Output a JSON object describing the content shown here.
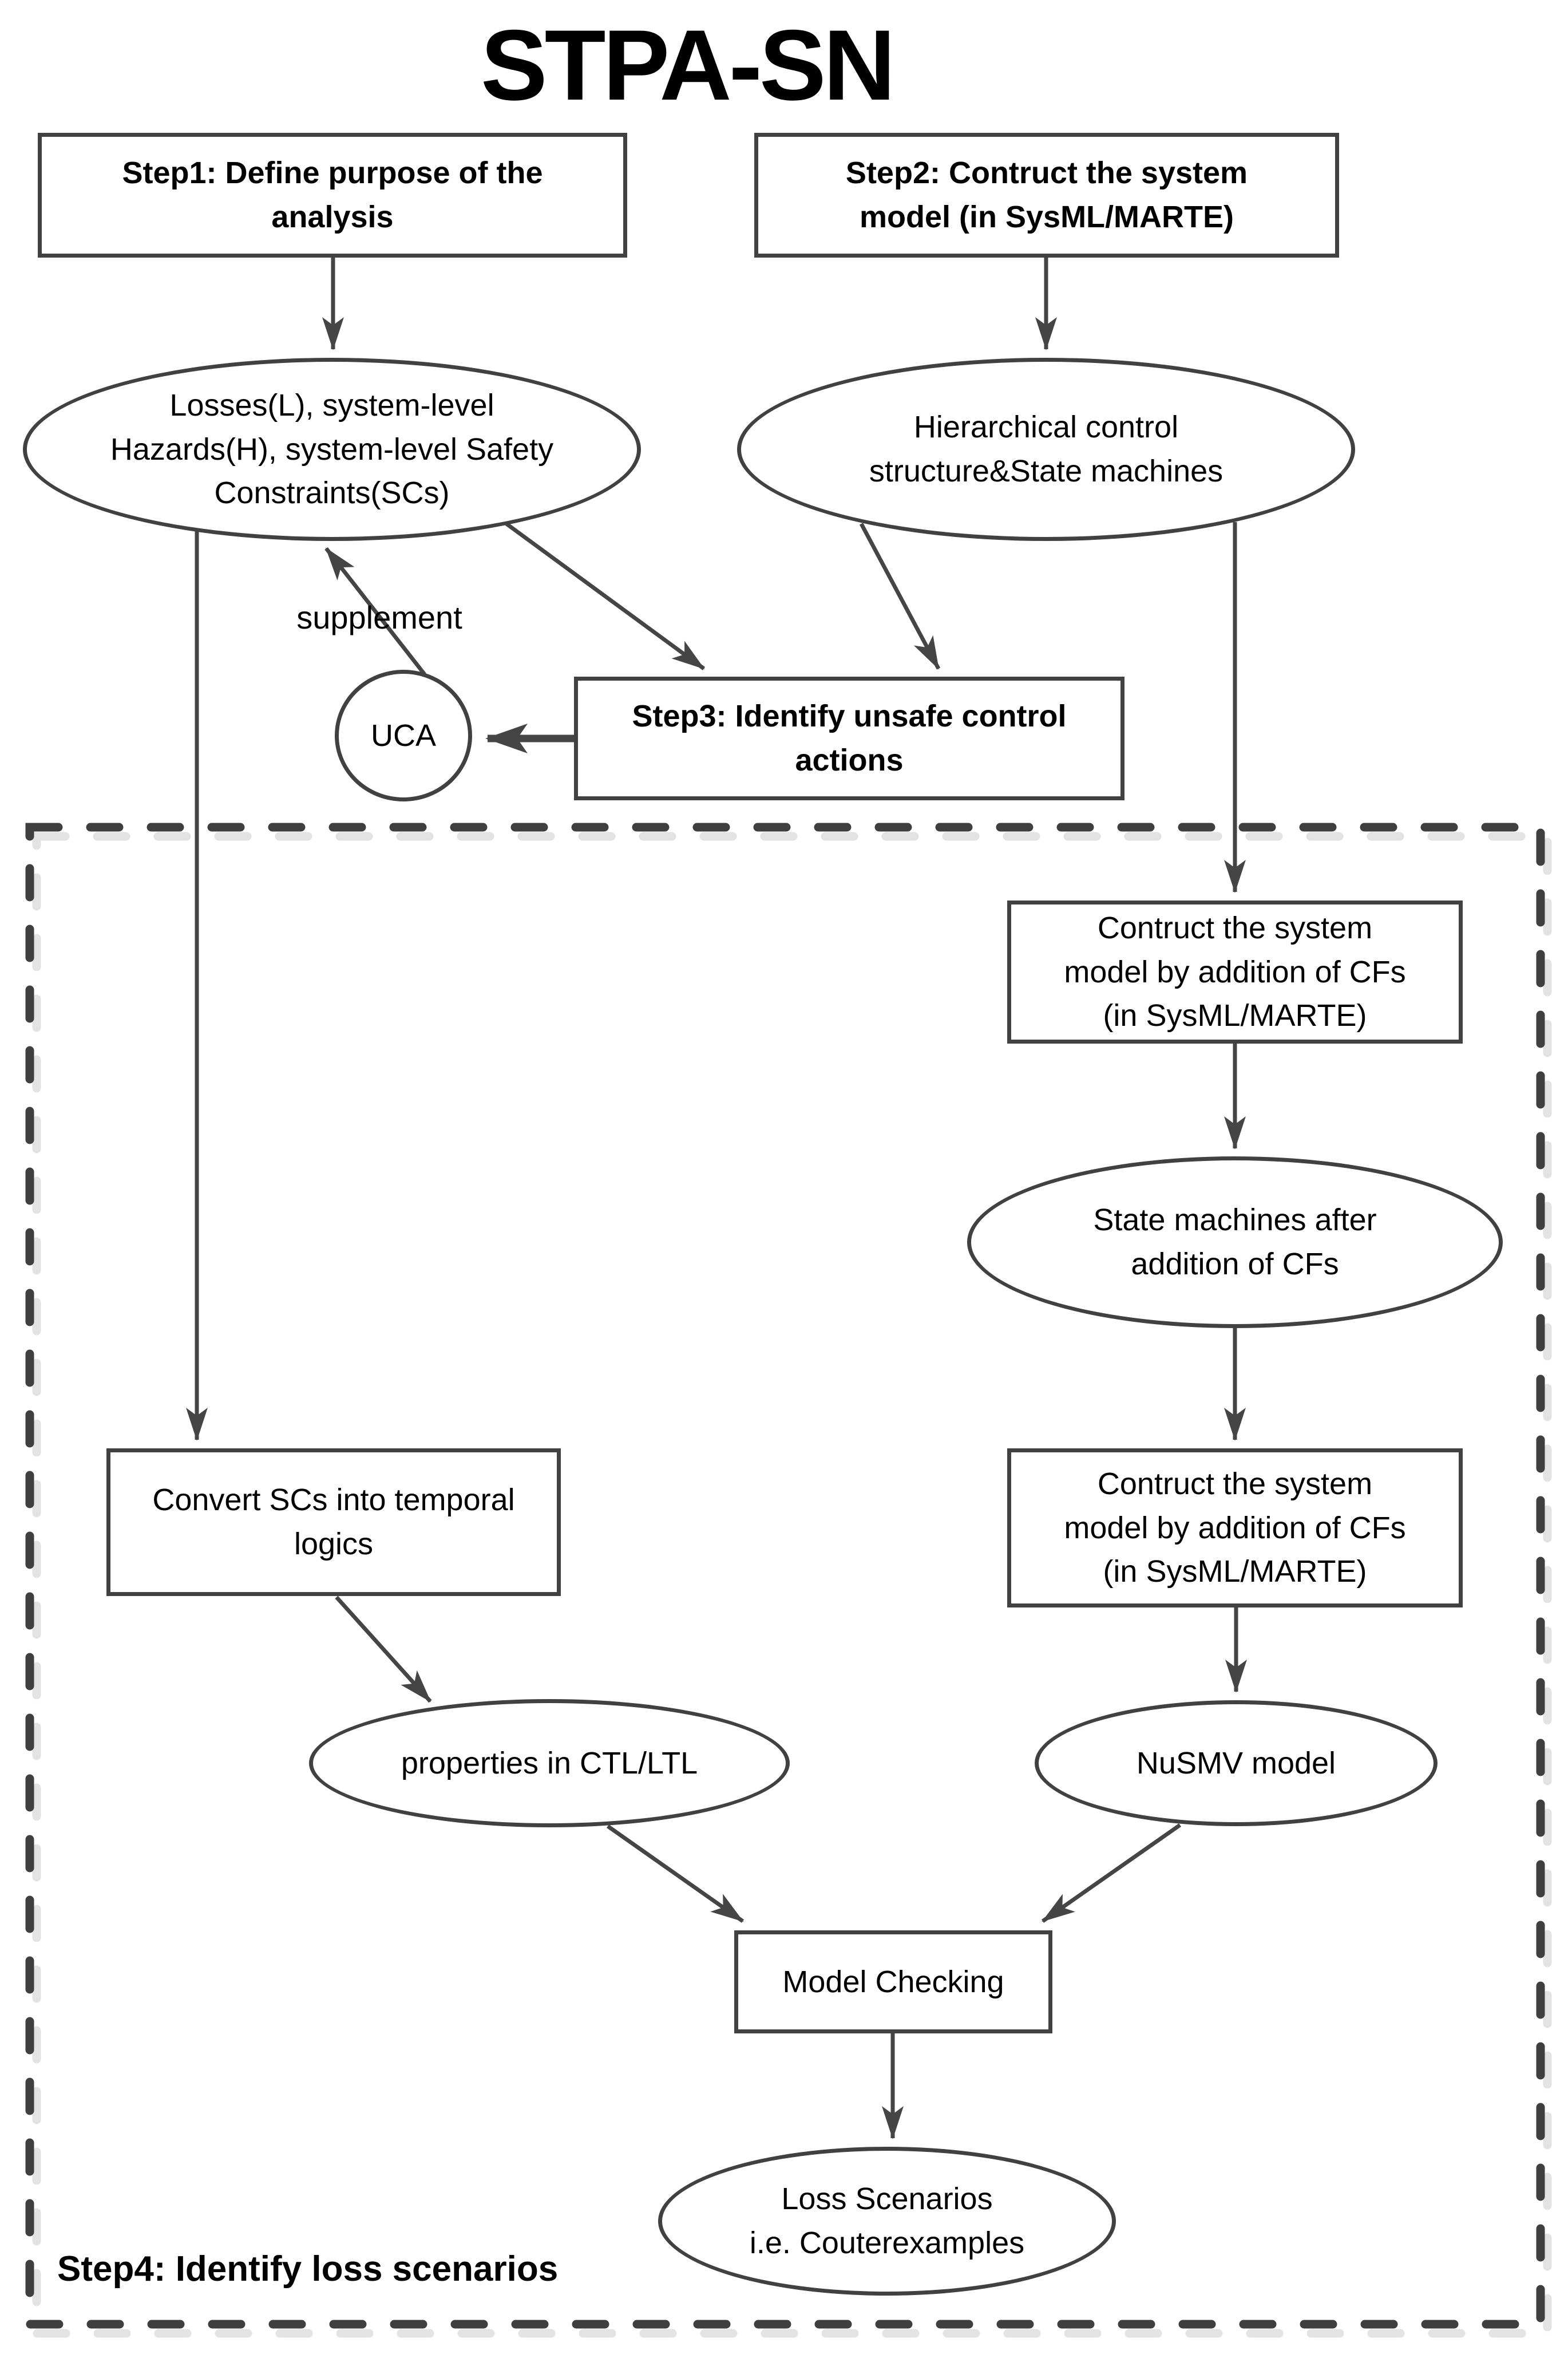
{
  "diagram": {
    "title": "STPA-SN",
    "type": "flowchart",
    "colors": {
      "shape_stroke": "#414141",
      "arrow": "#454545",
      "dashed_border": "#3f3f3f",
      "dashed_border_shadow": "#e3e3e3",
      "text": "#000000",
      "background": "#ffffff"
    },
    "nodes": {
      "step1": {
        "shape": "rect",
        "label": "Step1: Define purpose of the\nanalysis"
      },
      "step2": {
        "shape": "rect",
        "label": "Step2: Contruct the system\nmodel (in SysML/MARTE)"
      },
      "losses": {
        "shape": "ellipse",
        "label": "Losses(L), system-level\nHazards(H), system-level Safety\nConstraints(SCs)"
      },
      "hierarchical": {
        "shape": "ellipse",
        "label": "Hierarchical control\nstructure&State machines"
      },
      "uca": {
        "shape": "circle",
        "label": "UCA"
      },
      "step3": {
        "shape": "rect",
        "label": "Step3: Identify unsafe control\nactions"
      },
      "cfs1": {
        "shape": "rect",
        "label": "Contruct the system\nmodel by addition of CFs\n(in SysML/MARTE)"
      },
      "statemachines": {
        "shape": "ellipse",
        "label": "State machines after\naddition of CFs"
      },
      "convert": {
        "shape": "rect",
        "label": "Convert SCs into temporal\nlogics"
      },
      "cfs2": {
        "shape": "rect",
        "label": "Contruct the system\nmodel by addition of CFs\n(in SysML/MARTE)"
      },
      "properties": {
        "shape": "ellipse",
        "label": "properties in CTL/LTL"
      },
      "nusmv": {
        "shape": "ellipse",
        "label": "NuSMV model"
      },
      "model_checking": {
        "shape": "rect",
        "label": "Model Checking"
      },
      "loss_scenarios": {
        "shape": "ellipse",
        "label": "Loss Scenarios\ni.e. Couterexamples"
      }
    },
    "region": {
      "label": "Step4: Identify loss scenarios",
      "style": "dashed-border"
    },
    "edges": [
      {
        "from": "step1",
        "to": "losses",
        "label": ""
      },
      {
        "from": "step2",
        "to": "hierarchical",
        "label": ""
      },
      {
        "from": "losses",
        "to": "step3",
        "label": ""
      },
      {
        "from": "hierarchical",
        "to": "step3",
        "label": ""
      },
      {
        "from": "step3",
        "to": "uca",
        "label": ""
      },
      {
        "from": "uca",
        "to": "losses",
        "label": "supplement"
      },
      {
        "from": "hierarchical",
        "to": "cfs1",
        "label": ""
      },
      {
        "from": "losses",
        "to": "convert",
        "label": ""
      },
      {
        "from": "cfs1",
        "to": "statemachines",
        "label": ""
      },
      {
        "from": "statemachines",
        "to": "cfs2",
        "label": ""
      },
      {
        "from": "cfs2",
        "to": "nusmv",
        "label": ""
      },
      {
        "from": "convert",
        "to": "properties",
        "label": ""
      },
      {
        "from": "properties",
        "to": "model_checking",
        "label": ""
      },
      {
        "from": "nusmv",
        "to": "model_checking",
        "label": ""
      },
      {
        "from": "model_checking",
        "to": "loss_scenarios",
        "label": ""
      }
    ]
  }
}
